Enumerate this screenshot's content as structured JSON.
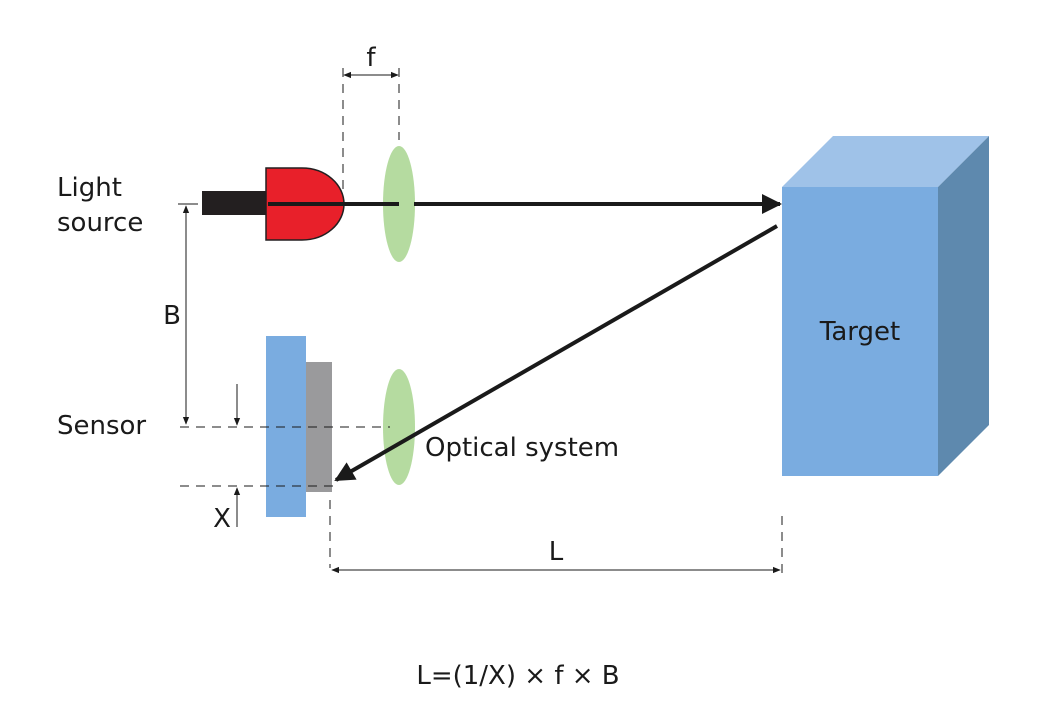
{
  "labels": {
    "light_source_line1": "Light",
    "light_source_line2": "source",
    "baseline": "B",
    "sensor": "Sensor",
    "focal_length": "f",
    "displacement": "X",
    "optical_system": "Optical system",
    "target": "Target",
    "distance": "L"
  },
  "formula": "L=(1/X) × f × B",
  "colors": {
    "led_body": "#e8202a",
    "led_base": "#231f20",
    "lens": "#b5dba0",
    "sensor_board": "#7aace0",
    "sensor_chip": "#9a9a9c",
    "target_front": "#7aace0",
    "target_top": "#9fc2e8",
    "target_side": "#5e89ae",
    "beam": "#1a1a1a"
  }
}
